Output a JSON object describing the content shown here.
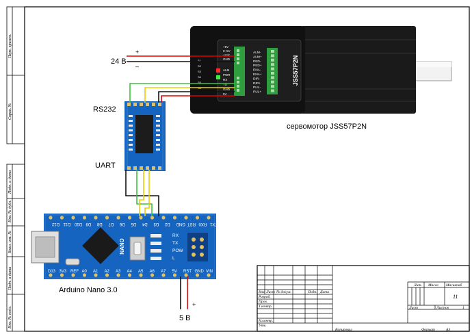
{
  "labels": {
    "supply_24v": "24 B",
    "supply_5v": "5 B",
    "plus": "+",
    "minus": "–",
    "rs232": "RS232",
    "uart": "UART",
    "servo_caption": "сервомотор JSS57P2N",
    "arduino_caption": "Arduino Nano 3.0"
  },
  "motor": {
    "model": "JSS57P2N",
    "left_pins": [
      "+5V",
      "0~5V",
      "+Vdc",
      "GND",
      "ALM",
      "PWR",
      "RX",
      "TX",
      "GND",
      "5V"
    ],
    "left_pins_small": [
      "S1",
      "S2",
      "S3",
      "S4",
      "S5",
      "S6"
    ],
    "right_pins": [
      "ALM-",
      "ALM+",
      "PED-",
      "PED+",
      "ENA-",
      "ENA+",
      "DIR-",
      "DIR+",
      "PUL-",
      "PUL+"
    ]
  },
  "arduino": {
    "top_pins": [
      "D12",
      "D11",
      "D10",
      "D9",
      "D8",
      "D7",
      "D6",
      "D5",
      "D4",
      "D3",
      "D2",
      "GND",
      "RST",
      "RX0",
      "TX1"
    ],
    "bottom_pins": [
      "D13",
      "3V3",
      "REF",
      "A0",
      "A1",
      "A2",
      "A3",
      "A4",
      "A5",
      "A6",
      "A7",
      "5V",
      "RST",
      "GND",
      "VIN"
    ],
    "leds": [
      "RX",
      "TX",
      "POW",
      "L"
    ],
    "board_label": "NANO"
  },
  "title_block": {
    "headers": [
      "Изм",
      "Лист",
      "№ докум.",
      "Подп.",
      "Дата"
    ],
    "rows": [
      "Разраб.",
      "Пров.",
      "Т.контр.",
      "",
      "Н.контр.",
      "Утв."
    ],
    "right_headers": [
      "Лит.",
      "Масса",
      "Масштаб"
    ],
    "sheet_label": "Лист",
    "sheets_label": "Листов",
    "sheets_count": "1",
    "scale_value": "11",
    "copy_label": "Копировал",
    "format_label": "Формат",
    "format_value": "А3"
  },
  "side_stamps": [
    "Перв. примен.",
    "Справ. №",
    "Подп. и дата",
    "Инв. № дубл.",
    "Взам. инв. №",
    "Подп. и дата",
    "Инв. № подл."
  ],
  "colors": {
    "board_blue": "#1565c0",
    "wire_red": "#e00000",
    "wire_green": "#3cc43c",
    "wire_yellow": "#e8d000",
    "wire_black": "#111111",
    "motor_body": "#1a1a1a",
    "terminal_green": "#2e9e3e"
  }
}
